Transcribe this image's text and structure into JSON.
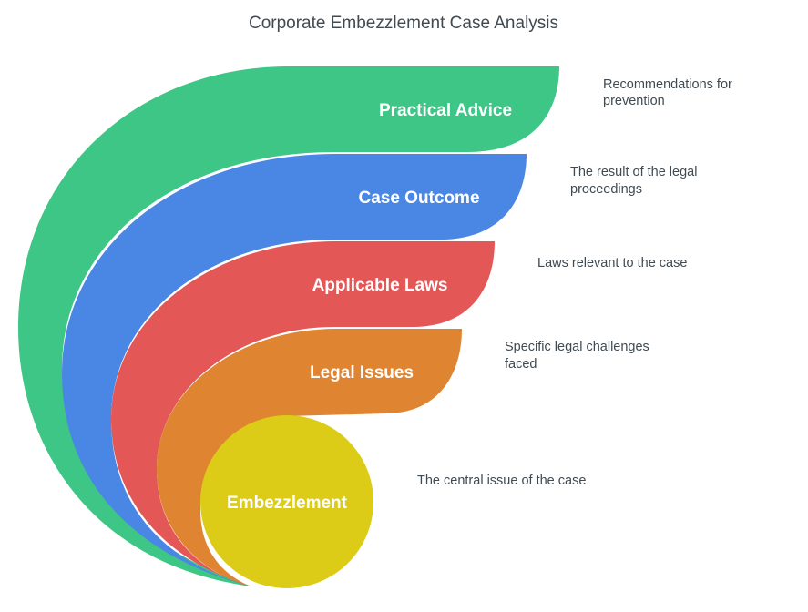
{
  "title": "Corporate Embezzlement Case Analysis",
  "layers": [
    {
      "label": "Practical Advice",
      "description_lines": [
        "Recommendations for",
        "prevention"
      ],
      "color": "#3ec686"
    },
    {
      "label": "Case Outcome",
      "description_lines": [
        "The result of the legal",
        "proceedings"
      ],
      "color": "#4a86e4"
    },
    {
      "label": "Applicable Laws",
      "description_lines": [
        "Laws relevant to the case"
      ],
      "color": "#e35857"
    },
    {
      "label": "Legal Issues",
      "description_lines": [
        "Specific legal challenges",
        "faced"
      ],
      "color": "#df8431"
    },
    {
      "label": "Embezzlement",
      "description_lines": [
        "The central issue of the case"
      ],
      "color": "#dccc18"
    }
  ]
}
